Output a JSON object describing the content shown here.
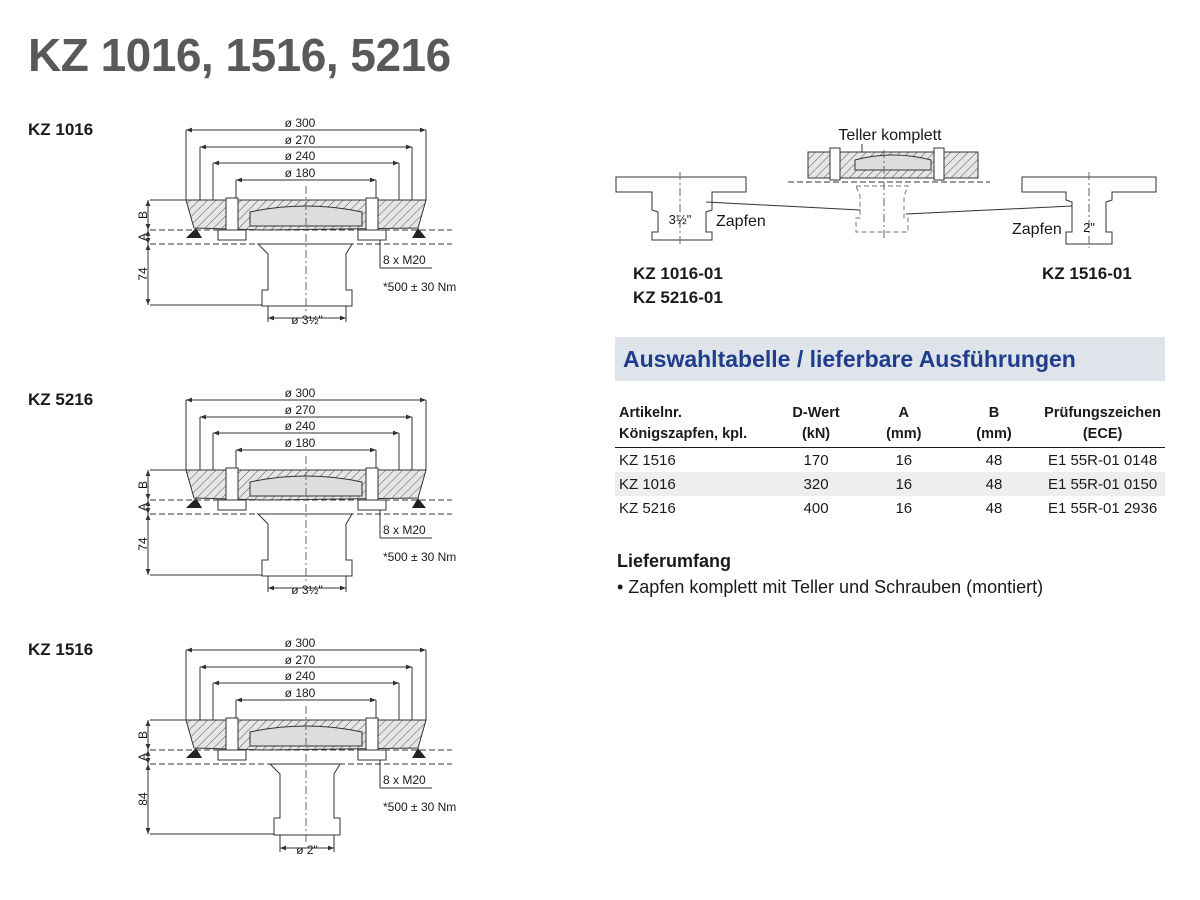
{
  "page": {
    "title": "KZ 1016, 1516, 5216"
  },
  "diagrams": [
    {
      "label": "KZ 1016",
      "dims": [
        "ø 300",
        "ø 270",
        "ø 240",
        "ø 180"
      ],
      "height_dim": "74",
      "pin_dim": "ø 3½\""
    },
    {
      "label": "KZ 5216",
      "dims": [
        "ø 300",
        "ø 270",
        "ø 240",
        "ø 180"
      ],
      "height_dim": "74",
      "pin_dim": "ø 3½\""
    },
    {
      "label": "KZ 1516",
      "dims": [
        "ø 300",
        "ø 270",
        "ø 240",
        "ø 180"
      ],
      "height_dim": "84",
      "pin_dim": "ø 2\""
    }
  ],
  "common": {
    "label_a": "A",
    "label_b": "B",
    "bolts": "8 x M20",
    "torque": "*500 ± 30 Nm"
  },
  "exploded": {
    "center_label": "Teller komplett",
    "left_pin_size": "3½\"",
    "left_callout": "Zapfen",
    "right_callout": "Zapfen",
    "right_pin_size": "2\"",
    "left_variants": [
      "KZ 1016-01",
      "KZ 5216-01"
    ],
    "right_variant": "KZ 1516-01"
  },
  "table": {
    "title": "Auswahltabelle / lieferbare Ausführungen",
    "headers": [
      {
        "line1": "Artikelnr.",
        "line2": "Königszapfen, kpl."
      },
      {
        "line1": "D-Wert",
        "line2": "(kN)"
      },
      {
        "line1": "A",
        "line2": "(mm)"
      },
      {
        "line1": "B",
        "line2": "(mm)"
      },
      {
        "line1": "Prüfungszeichen",
        "line2": "(ECE)"
      }
    ],
    "rows": [
      [
        "KZ 1516",
        "170",
        "16",
        "48",
        "E1 55R-01 0148"
      ],
      [
        "KZ 1016",
        "320",
        "16",
        "48",
        "E1 55R-01 0150"
      ],
      [
        "KZ 5216",
        "400",
        "16",
        "48",
        "E1 55R-01 2936"
      ]
    ]
  },
  "scope": {
    "title": "Lieferumfang",
    "items": [
      "• Zapfen komplett mit Teller und Schrauben (montiert)"
    ]
  }
}
